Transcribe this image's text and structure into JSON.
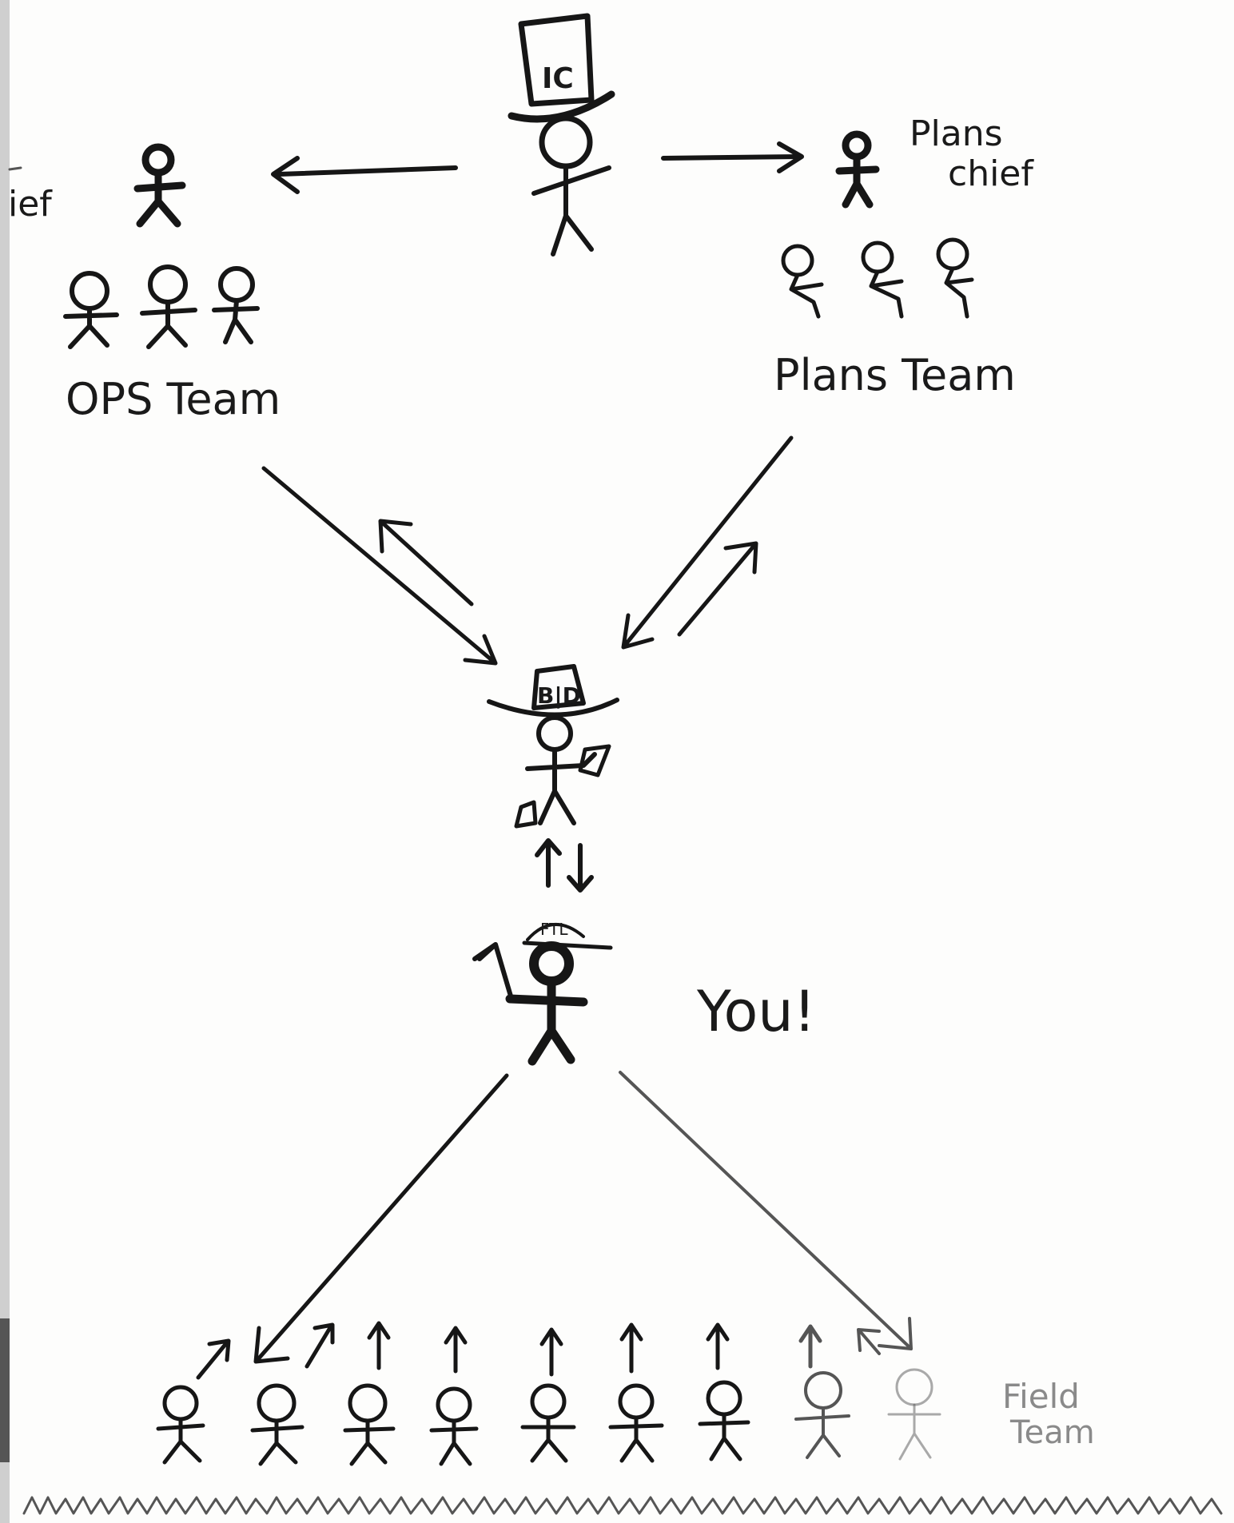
{
  "labels": {
    "ic_hat": "IC",
    "ops_chief_partial": "ief",
    "plans_chief_line1": "Plans",
    "plans_chief_line2": "chief",
    "ops_team": "OPS Team",
    "plans_team": "Plans Team",
    "bd_hat": "B|D",
    "ftl_cap": "FTL",
    "you": "You!",
    "field_team_line1": "Field",
    "field_team_line2": "Team"
  },
  "colors": {
    "ink": "#161616",
    "faint_ink": "#555555",
    "paper": "#fdfdfc"
  }
}
